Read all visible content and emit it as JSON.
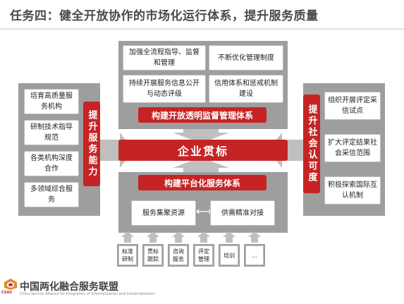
{
  "title": "任务四：健全开放协作的市场化运行体系，提升服务质量",
  "top_boxes": [
    "加强全流程指导、监督和管理",
    "不断优化管理制度",
    "持续开展服务信息公开与动态评级",
    "信用体系和惩戒机制建设"
  ],
  "top_bar": "构建开放透明监督管理体系",
  "center_bar": "企业贯标",
  "left_boxes": [
    "培育高质量服务机构",
    "研制技术指导规范",
    "各类机构深度合作",
    "多领域综合服务"
  ],
  "left_bar": "提升服务能力",
  "right_boxes": [
    "组织开展评定采信试点",
    "扩大评定结果社会采信范围",
    "积极探索国际互认机制"
  ],
  "right_bar": "提升社会认可度",
  "bottom_bar": "构建平台化服务体系",
  "bottom_boxes": [
    "服务集聚资源",
    "供需精准对接"
  ],
  "bottom_arrow": "⟷",
  "small_boxes": [
    "标准研制",
    "贯标跟踪",
    "咨询服务",
    "评定管理",
    "培训",
    "…"
  ],
  "footer": {
    "name_cn": "中国两化融合服务联盟",
    "name_en": "China Service Alliance for Integration of Informatization and Industrialization",
    "logo_text": "CSAII"
  },
  "colors": {
    "accent": "#c62424",
    "panel": "#9e9e9e",
    "arrow": "#bfbfbf"
  }
}
